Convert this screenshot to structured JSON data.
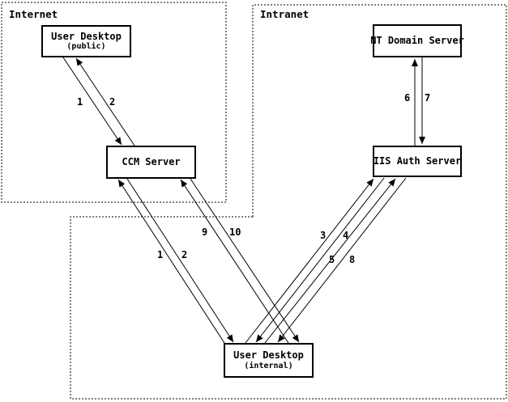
{
  "diagram": {
    "type": "network-flow-diagram",
    "regions": {
      "internet": {
        "label": "Internet"
      },
      "intranet": {
        "label": "Intranet"
      }
    },
    "nodes": {
      "user_desktop_public": {
        "title": "User Desktop",
        "subtitle": "(public)"
      },
      "ccm_server": {
        "title": "CCM Server"
      },
      "nt_domain_server": {
        "title": "NT Domain Server"
      },
      "iis_auth_server": {
        "title": "IIS Auth Server"
      },
      "user_desktop_internal": {
        "title": "User Desktop",
        "subtitle": "(internal)"
      }
    },
    "edges": [
      {
        "label": "1",
        "from": "user_desktop_public",
        "to": "ccm_server"
      },
      {
        "label": "2",
        "from": "ccm_server",
        "to": "user_desktop_public"
      },
      {
        "label": "1",
        "from": "user_desktop_internal",
        "to": "ccm_server"
      },
      {
        "label": "2",
        "from": "ccm_server",
        "to": "user_desktop_internal"
      },
      {
        "label": "9",
        "from": "user_desktop_internal",
        "to": "ccm_server"
      },
      {
        "label": "10",
        "from": "ccm_server",
        "to": "user_desktop_internal"
      },
      {
        "label": "3",
        "from": "user_desktop_internal",
        "to": "iis_auth_server"
      },
      {
        "label": "4",
        "from": "iis_auth_server",
        "to": "user_desktop_internal"
      },
      {
        "label": "5",
        "from": "user_desktop_internal",
        "to": "iis_auth_server"
      },
      {
        "label": "8",
        "from": "iis_auth_server",
        "to": "user_desktop_internal"
      },
      {
        "label": "6",
        "from": "iis_auth_server",
        "to": "nt_domain_server"
      },
      {
        "label": "7",
        "from": "nt_domain_server",
        "to": "iis_auth_server"
      }
    ],
    "colors": {
      "line": "#000000",
      "background": "#ffffff"
    }
  }
}
